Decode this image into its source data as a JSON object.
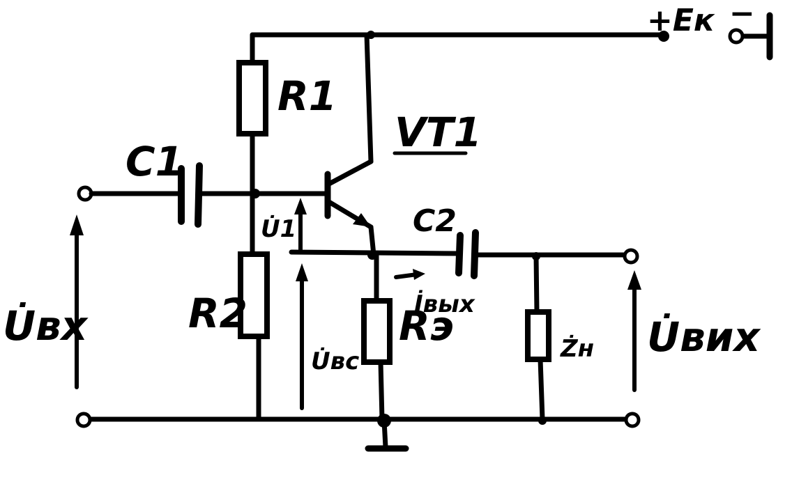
{
  "labels": {
    "r1": "R1",
    "r2": "R2",
    "re": "Rэ",
    "c1": "C1",
    "c2": "C2",
    "vt1": "VT1",
    "ek": "+Eк",
    "ek_minus": "−",
    "u_in": "U̇вх",
    "u1": "U̇1",
    "u_be": "U̇вс",
    "i_out": "İвых",
    "z_load": "Żн",
    "u_out": "U̇вих"
  },
  "colors": {
    "ink": "#000000",
    "paper": "#ffffff"
  }
}
